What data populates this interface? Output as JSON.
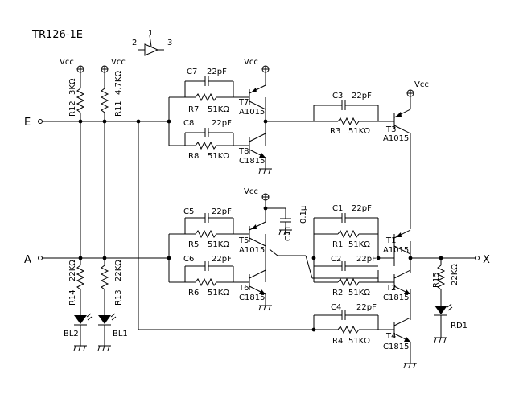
{
  "title": "TR126-1E",
  "supply_label": "Vcc",
  "symbol_pins": [
    "1",
    "2",
    "3"
  ],
  "ports": {
    "e": "E",
    "a": "A",
    "x": "X"
  },
  "components": {
    "r12": {
      "name": "R12",
      "value": "3KΩ"
    },
    "r11": {
      "name": "R11",
      "value": "4.7KΩ"
    },
    "r14": {
      "name": "R14",
      "value": "22KΩ"
    },
    "r13": {
      "name": "R13",
      "value": "22KΩ"
    },
    "r15": {
      "name": "R15",
      "value": "22KΩ"
    },
    "bl1": {
      "name": "BL1"
    },
    "bl2": {
      "name": "BL2"
    },
    "rd1": {
      "name": "RD1"
    },
    "c7": {
      "name": "C7",
      "value": "22pF"
    },
    "r7": {
      "name": "R7",
      "value": "51KΩ"
    },
    "c8": {
      "name": "C8",
      "value": "22pF"
    },
    "r8": {
      "name": "R8",
      "value": "51KΩ"
    },
    "c5": {
      "name": "C5",
      "value": "22pF"
    },
    "r5": {
      "name": "R5",
      "value": "51KΩ"
    },
    "c6": {
      "name": "C6",
      "value": "22pF"
    },
    "r6": {
      "name": "R6",
      "value": "51KΩ"
    },
    "c3": {
      "name": "C3",
      "value": "22pF"
    },
    "r3": {
      "name": "R3",
      "value": "51KΩ"
    },
    "c1": {
      "name": "C1",
      "value": "22pF"
    },
    "r1": {
      "name": "R1",
      "value": "51KΩ"
    },
    "c2": {
      "name": "C2",
      "value": "22pF"
    },
    "r2": {
      "name": "R2",
      "value": "51KΩ"
    },
    "c4": {
      "name": "C4",
      "value": "22pF"
    },
    "r4": {
      "name": "R4",
      "value": "51KΩ"
    },
    "c11": {
      "name": "C11",
      "value": "0.1μ"
    },
    "t7": {
      "name": "T7",
      "part": "A1015"
    },
    "t8": {
      "name": "T8",
      "part": "C1815"
    },
    "t5": {
      "name": "T5",
      "part": "A1015"
    },
    "t6": {
      "name": "T6",
      "part": "C1815"
    },
    "t3": {
      "name": "T3",
      "part": "A1015"
    },
    "t1": {
      "name": "T1",
      "part": "A1015"
    },
    "t2": {
      "name": "T2",
      "part": "C1815"
    },
    "t4": {
      "name": "T4",
      "part": "C1815"
    }
  }
}
